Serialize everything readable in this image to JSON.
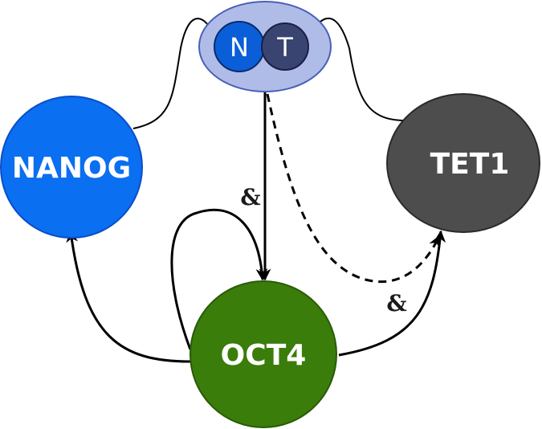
{
  "nodes": {
    "nanog": {
      "label": "NANOG",
      "fill": "#0a6ff0",
      "stroke": "#0a4ec8"
    },
    "tet1": {
      "label": "TET1",
      "fill": "#4d4d4d",
      "stroke": "#2a2a2a"
    },
    "oct4": {
      "label": "OCT4",
      "fill": "#3a7d0a",
      "stroke": "#2a5a08"
    },
    "complex": {
      "fill": "#b0bce8",
      "stroke": "#4a5fb8",
      "n": {
        "label": "N",
        "fill": "#0a5ed8"
      },
      "t": {
        "label": "T",
        "fill": "#3a4470"
      }
    }
  },
  "annotations": {
    "and_symbol_1": "&",
    "and_symbol_2": "&"
  },
  "edges": [
    {
      "name": "complex-to-oct4",
      "style": "solid"
    },
    {
      "name": "complex-to-tet1",
      "style": "dashed"
    },
    {
      "name": "oct4-to-nanog",
      "style": "solid"
    },
    {
      "name": "oct4-to-tet1",
      "style": "solid"
    },
    {
      "name": "oct4-self-loop",
      "style": "solid"
    }
  ]
}
